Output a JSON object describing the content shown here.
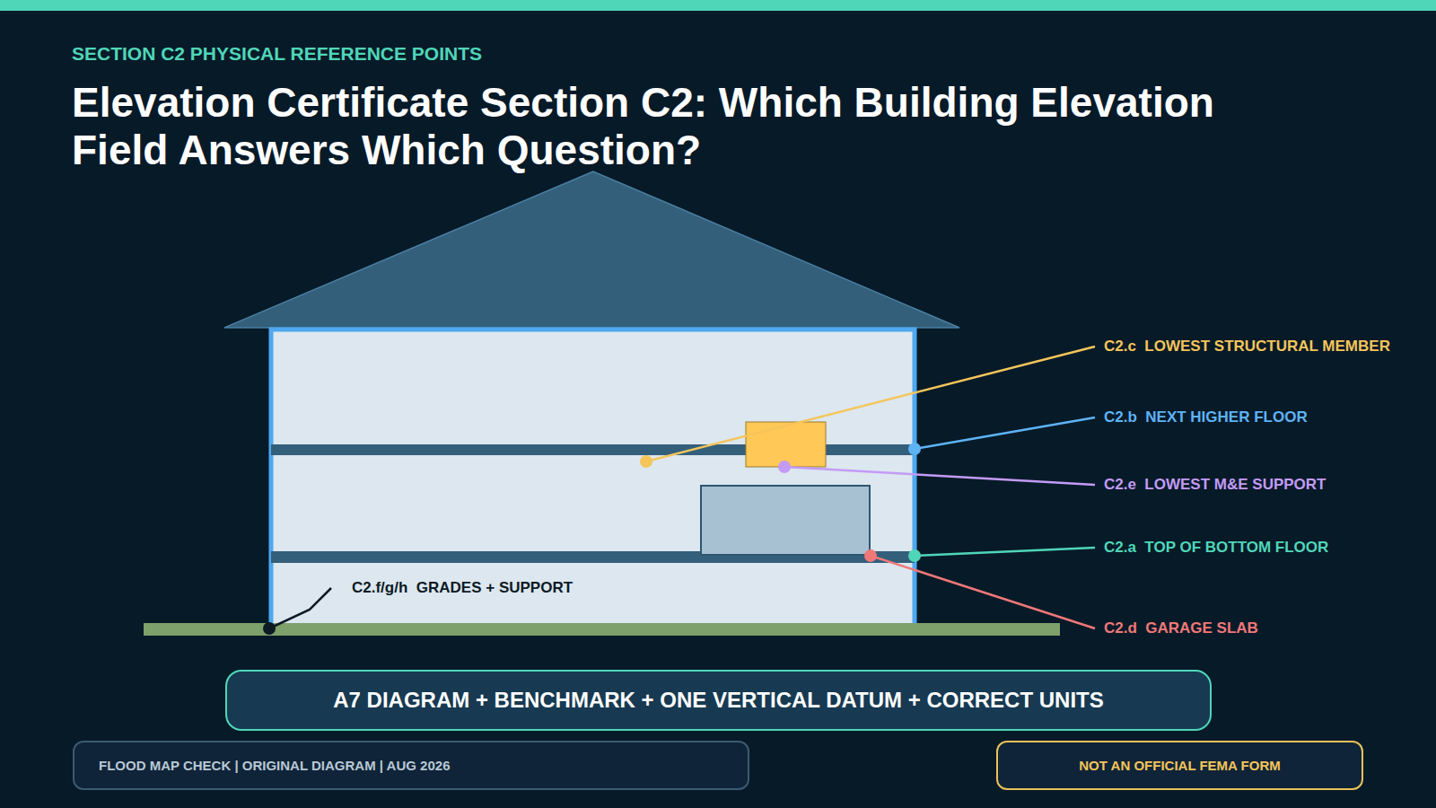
{
  "diagram": {
    "title": "Elevation Certificate Section C2: Which Building Elevation Field Answers Which Question?",
    "nodes": [
      {
        "text": [
          "A7 DIAGRAM + BENCHMARK + ONE VERTICAL DATUM + CORRECT UNITS"
        ]
      },
      {
        "text": [
          "FLOOD MAP CHECK  |  ORIGINAL DIAGRAM  |  AUG 2026"
        ]
      },
      {
        "text": [
          "NOT AN OFFICIAL FEMA FORM"
        ]
      }
    ],
    "labels": [
      "SECTION C2 PHYSICAL REFERENCE POINTS",
      "C2.c  LOWEST STRUCTURAL MEMBER",
      "C2.b  NEXT HIGHER FLOOR",
      "C2.e  LOWEST M&E SUPPORT",
      "C2.a  TOP OF BOTTOM FLOOR",
      "C2.d  GARAGE SLAB",
      "C2.f/g/h  GRADES + SUPPORT"
    ]
  }
}
